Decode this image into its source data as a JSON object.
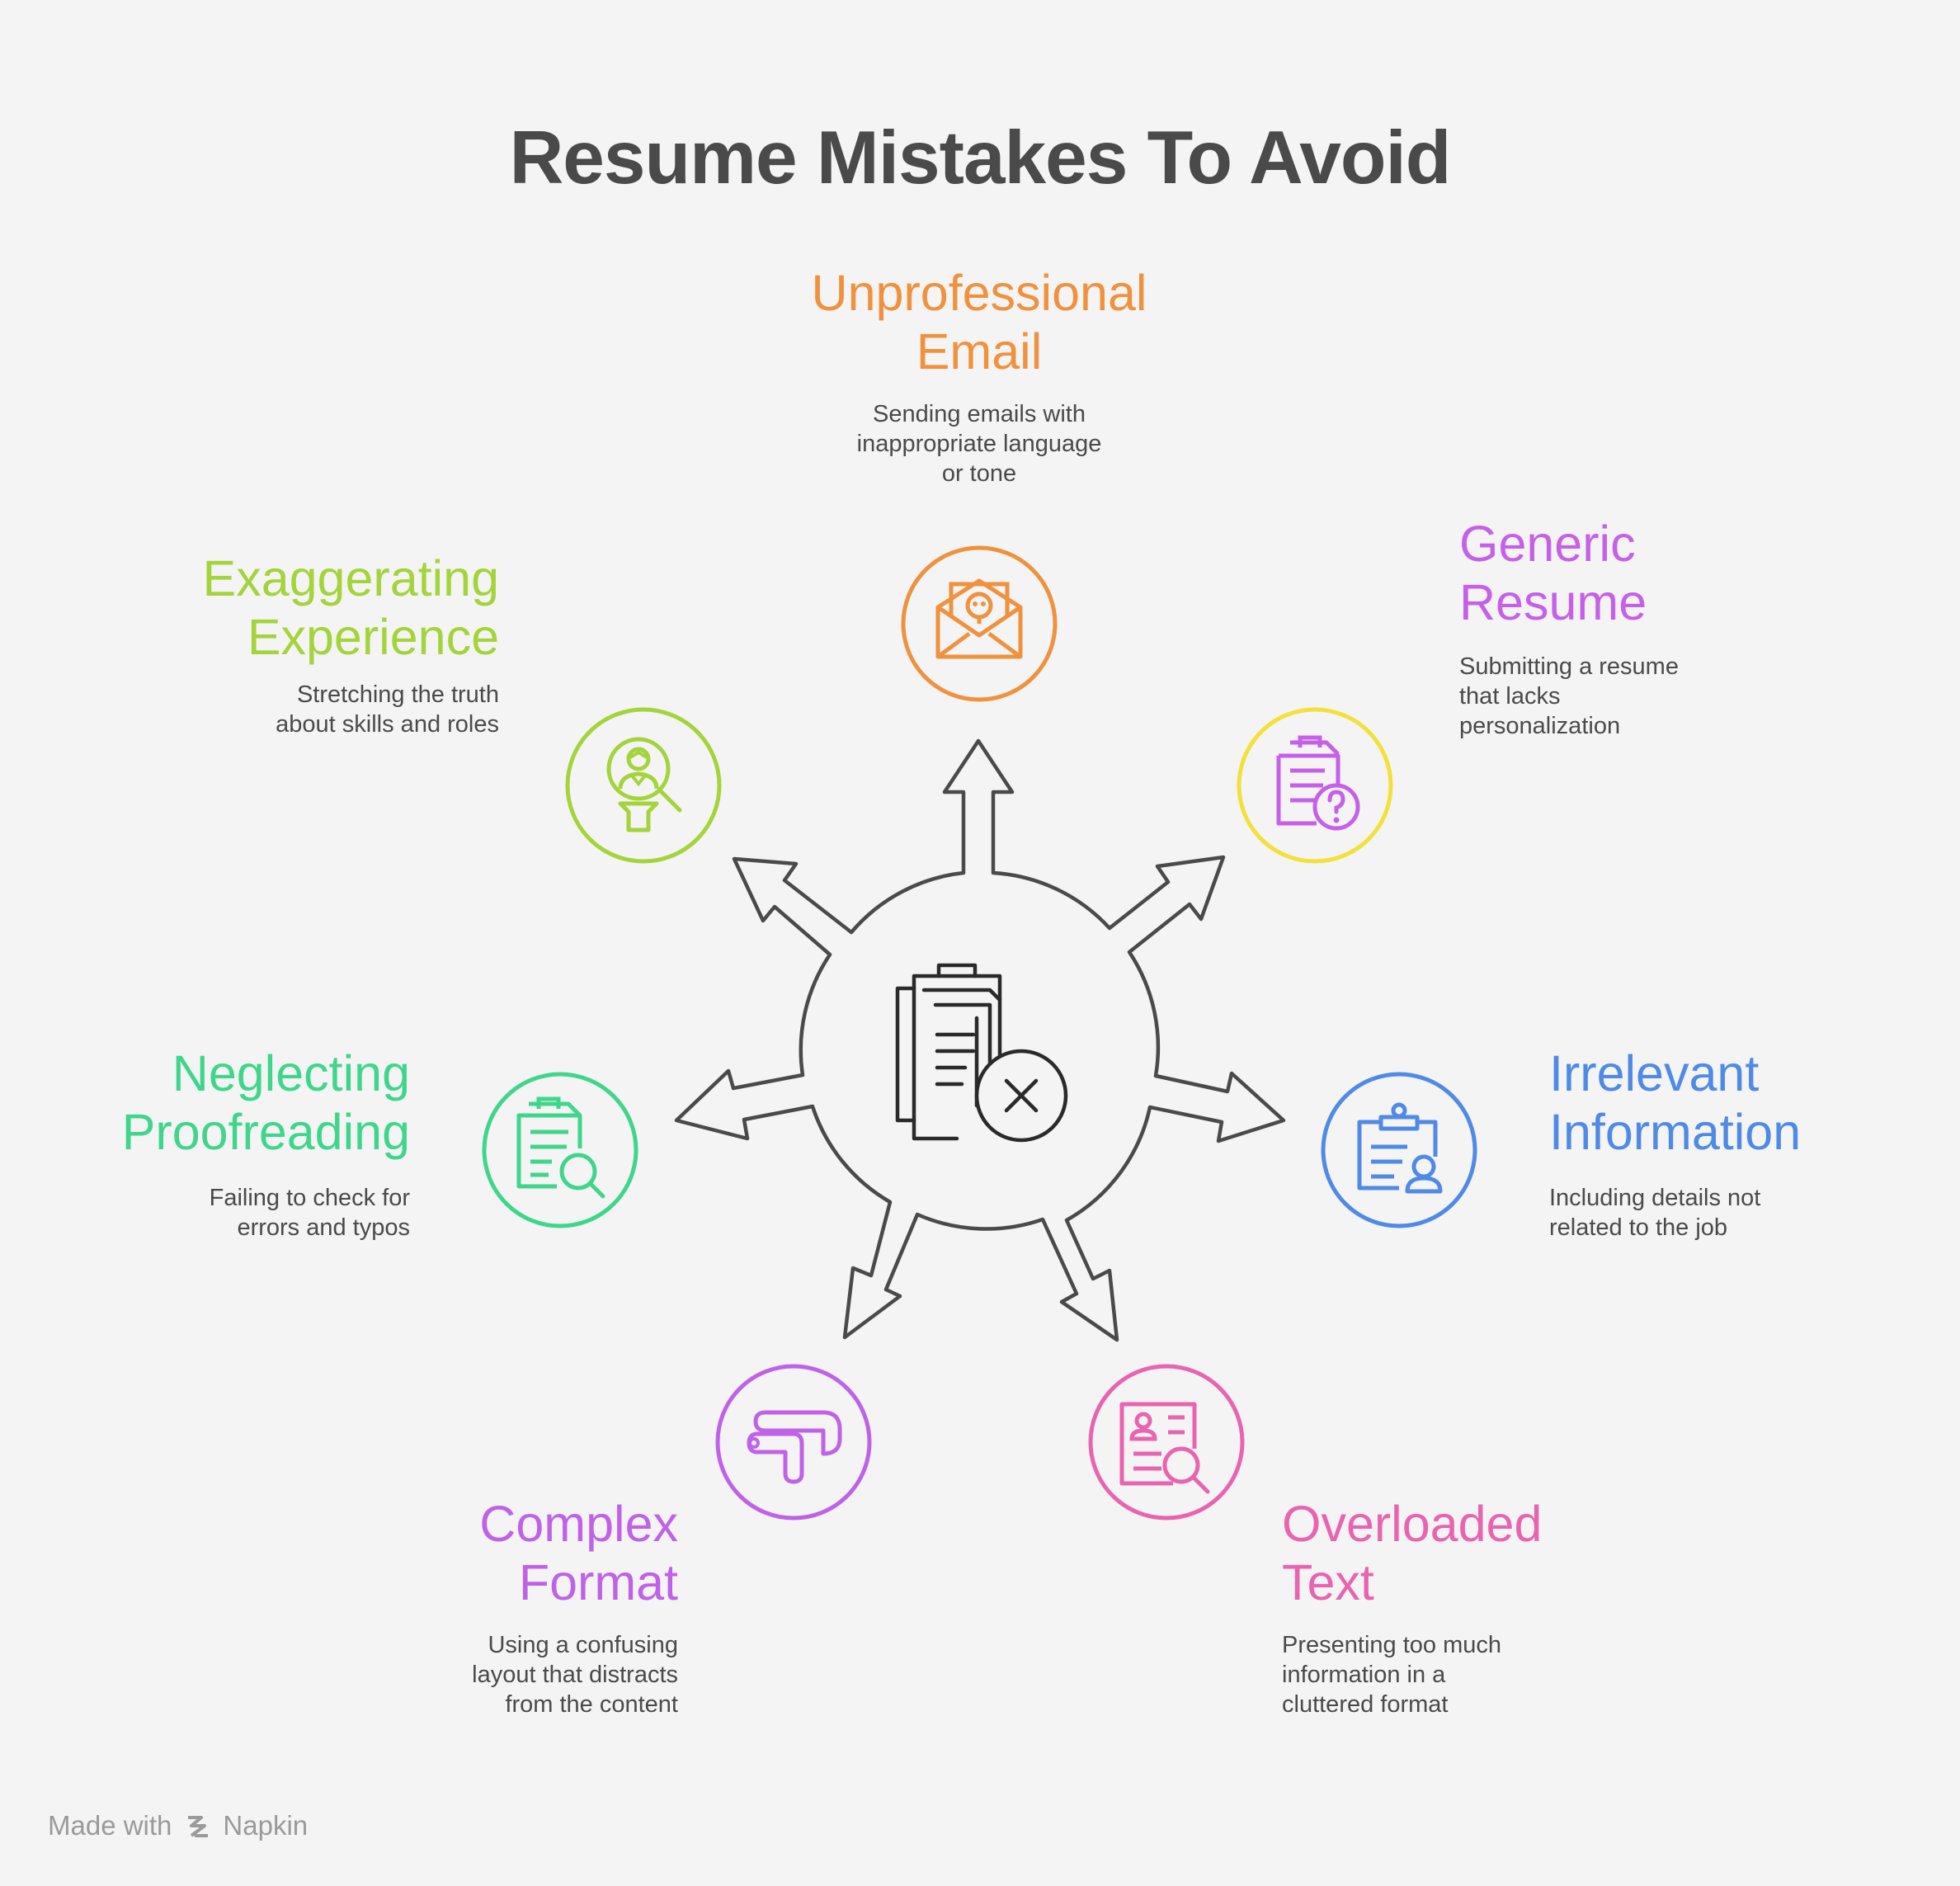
{
  "title": "Resume Mistakes To Avoid",
  "items": [
    {
      "id": "unprofessional-email",
      "title_lines": [
        "Unprofessional",
        "Email"
      ],
      "desc_lines": [
        "Sending emails with",
        "inappropriate language",
        "or tone"
      ],
      "color": "#f0913e",
      "icon": "envelope-skull-icon"
    },
    {
      "id": "generic-resume",
      "title_lines": [
        "Generic",
        "Resume"
      ],
      "desc_lines": [
        "Submitting a resume",
        "that lacks",
        "personalization"
      ],
      "color": "#c660e8",
      "ring_color": "#f4e03a",
      "icon": "clipboard-question-icon"
    },
    {
      "id": "irrelevant-information",
      "title_lines": [
        "Irrelevant",
        "Information"
      ],
      "desc_lines": [
        "Including details not",
        "related to the job"
      ],
      "color": "#4f8ae6",
      "icon": "clipboard-user-icon"
    },
    {
      "id": "overloaded-text",
      "title_lines": [
        "Overloaded",
        "Text"
      ],
      "desc_lines": [
        "Presenting too much",
        "information in a",
        "cluttered format"
      ],
      "color": "#e964b0",
      "icon": "resume-search-icon"
    },
    {
      "id": "complex-format",
      "title_lines": [
        "Complex",
        "Format"
      ],
      "desc_lines": [
        "Using a confusing",
        "layout that distracts",
        "from the content"
      ],
      "color": "#bf62e8",
      "icon": "route-icon"
    },
    {
      "id": "neglecting-proofreading",
      "title_lines": [
        "Neglecting",
        "Proofreading"
      ],
      "desc_lines": [
        "Failing to check for",
        "errors and typos"
      ],
      "color": "#3fd68c",
      "icon": "clipboard-search-icon"
    },
    {
      "id": "exaggerating-experience",
      "title_lines": [
        "Exaggerating",
        "Experience"
      ],
      "desc_lines": [
        "Stretching the truth",
        "about skills and roles"
      ],
      "color": "#a4d43c",
      "icon": "person-search-icon"
    }
  ],
  "center_icon": "clipboard-x-icon",
  "footer": {
    "made_with": "Made with",
    "brand": "Napkin"
  }
}
